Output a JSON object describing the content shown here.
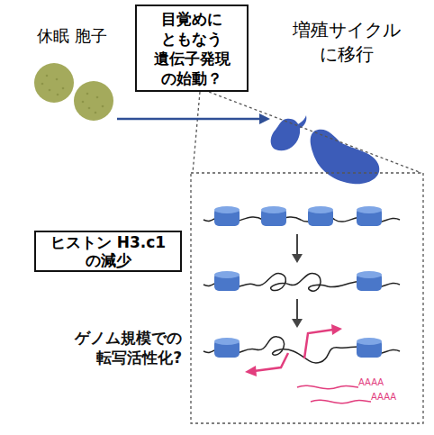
{
  "diagram": {
    "nodes": [
      {
        "text": [
          "休眠 胞子"
        ]
      },
      {
        "text": [
          "目覚めに ともなう 遺伝子発現 の始動？"
        ]
      },
      {
        "text": [
          "増殖サイクル に移行"
        ]
      },
      {
        "text": [
          "ヒストン H3.c1 の減少"
        ]
      }
    ],
    "edges": [
      {
        "from": 0,
        "to": 2,
        "arrow": "to"
      }
    ],
    "labels": [
      "ゲノム規模での 転写活性化?",
      "AAAA",
      "AAAA"
    ]
  }
}
